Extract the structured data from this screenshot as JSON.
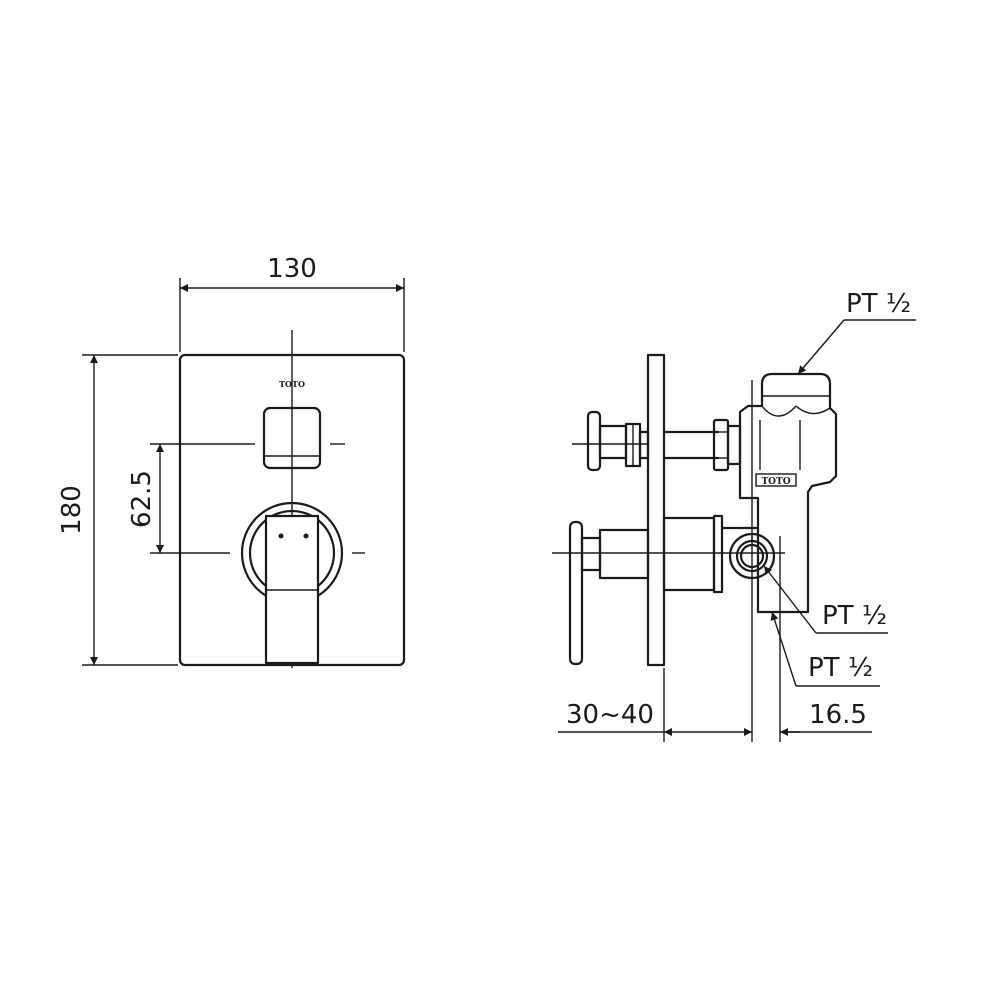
{
  "front_view": {
    "brand_mark": "TOTO",
    "width_dim": "130",
    "height_dim": "180",
    "offset_dim": "62.5"
  },
  "side_view": {
    "brand_mark": "TOTO",
    "port_top": "PT ½",
    "port_middle": "PT ½",
    "port_bottom": "PT ½",
    "depth_dim": "30~40",
    "offset_dim": "16.5"
  }
}
